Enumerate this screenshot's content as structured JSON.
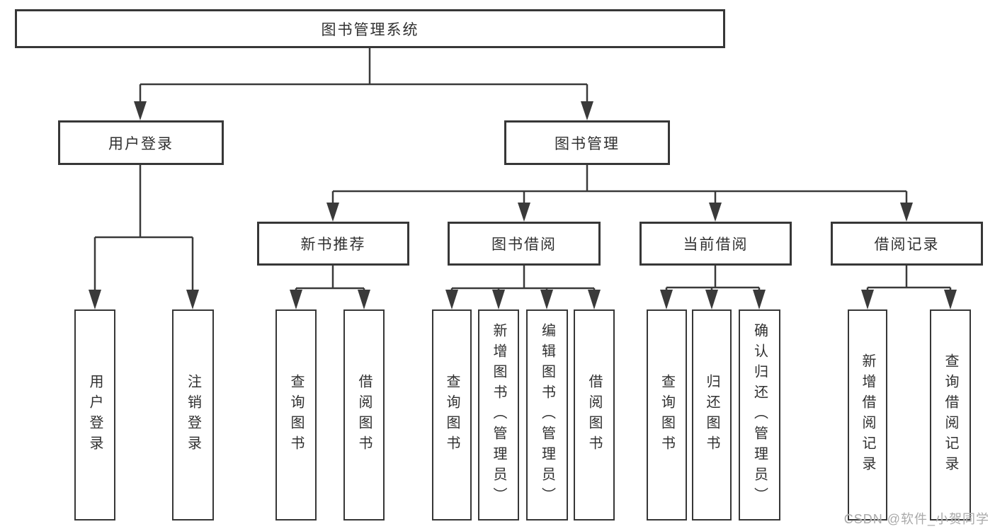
{
  "diagram": {
    "type": "hierarchy-tree",
    "tree": {
      "root": {
        "label": "图书管理系统",
        "children": [
          {
            "label": "用户登录",
            "children": [
              {
                "label": "用户登录"
              },
              {
                "label": "注销登录"
              }
            ]
          },
          {
            "label": "图书管理",
            "children": [
              {
                "label": "新书推荐",
                "children": [
                  {
                    "label": "查询图书"
                  },
                  {
                    "label": "借阅图书"
                  }
                ]
              },
              {
                "label": "图书借阅",
                "children": [
                  {
                    "label": "查询图书"
                  },
                  {
                    "label": "新增图书（管理员）"
                  },
                  {
                    "label": "编辑图书（管理员）"
                  },
                  {
                    "label": "借阅图书"
                  }
                ]
              },
              {
                "label": "当前借阅",
                "children": [
                  {
                    "label": "查询图书"
                  },
                  {
                    "label": "归还图书"
                  },
                  {
                    "label": "确认归还（管理员）"
                  }
                ]
              },
              {
                "label": "借阅记录",
                "children": [
                  {
                    "label": "新增借阅记录"
                  },
                  {
                    "label": "查询借阅记录"
                  }
                ]
              }
            ]
          }
        ]
      }
    },
    "colors": {
      "line": "#3a3a3a",
      "box_border": "#373737",
      "text": "#303030",
      "background": "#ffffff",
      "watermark_text_color": "#a9a9a9"
    }
  },
  "watermark": {
    "text": "CSDN @软件_小贺同学"
  }
}
